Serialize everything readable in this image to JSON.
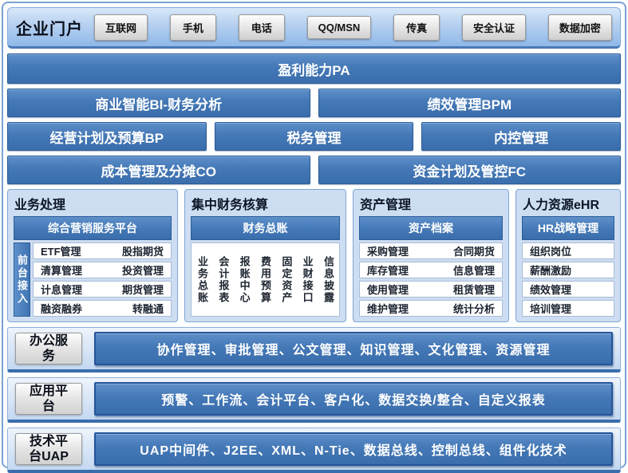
{
  "colors": {
    "primary_blue": "#4478b6",
    "primary_blue_dark": "#2d5c99",
    "primary_blue_light": "#5e90ca",
    "panel_bg": "#cdddf2",
    "panel_border": "#7fa6d4",
    "portal_bg_top": "#d8e8f8",
    "portal_bg_bottom": "#8fb8e8",
    "band_bg_top": "#eef4fc",
    "band_bg_bottom": "#c3d8f1",
    "button_bg_top": "#fefefe",
    "button_bg_bottom": "#cfcfcf",
    "cell_border": "#a9bcd6",
    "text_dark": "#0b1526",
    "text_white": "#ffffff",
    "frame_border": "#7aa2d4"
  },
  "portal": {
    "title": "企业门户",
    "channels": [
      "互联网",
      "手机",
      "电话",
      "QQ/MSN",
      "传真",
      "安全认证",
      "数据加密"
    ]
  },
  "bars": {
    "row1": [
      "盈利能力PA"
    ],
    "row2": [
      "商业智能BI-财务分析",
      "绩效管理BPM"
    ],
    "row3": [
      "经营计划及预算BP",
      "税务管理",
      "内控管理"
    ],
    "row4": [
      "成本管理及分摊CO",
      "资金计划及管控FC"
    ]
  },
  "modules": {
    "business": {
      "title": "业务处理",
      "side_tab": "前台接入",
      "header": "综合营销服务平台",
      "rows": [
        [
          "ETF管理",
          "股指期货"
        ],
        [
          "清算管理",
          "投资管理"
        ],
        [
          "计息管理",
          "期货管理"
        ],
        [
          "融资融券",
          "转融通"
        ]
      ]
    },
    "finance": {
      "title": "集中财务核算",
      "header": "财务总账",
      "columns": [
        "业务总账",
        "会计报表",
        "报账中心",
        "费用预算",
        "固定资产",
        "业财接口",
        "信息披露"
      ]
    },
    "asset": {
      "title": "资产管理",
      "header": "资产档案",
      "rows": [
        [
          "采购管理",
          "合同期货"
        ],
        [
          "库存管理",
          "信息管理"
        ],
        [
          "使用管理",
          "租赁管理"
        ],
        [
          "维护管理",
          "统计分析"
        ]
      ]
    },
    "hr": {
      "title": "人力资源eHR",
      "header": "HR战略管理",
      "items": [
        "组织岗位",
        "薪酬激励",
        "绩效管理",
        "培训管理"
      ]
    }
  },
  "bands": [
    {
      "label": "办公服务",
      "content": "协作管理、审批管理、公文管理、知识管理、文化管理、资源管理"
    },
    {
      "label": "应用平台",
      "content": "预警、工作流、会计平台、客户化、数据交换/整合、自定义报表"
    },
    {
      "label": "技术平台UAP",
      "content": "UAP中间件、J2EE、XML、N-Tie、数据总线、控制总线、组件化技术"
    }
  ]
}
